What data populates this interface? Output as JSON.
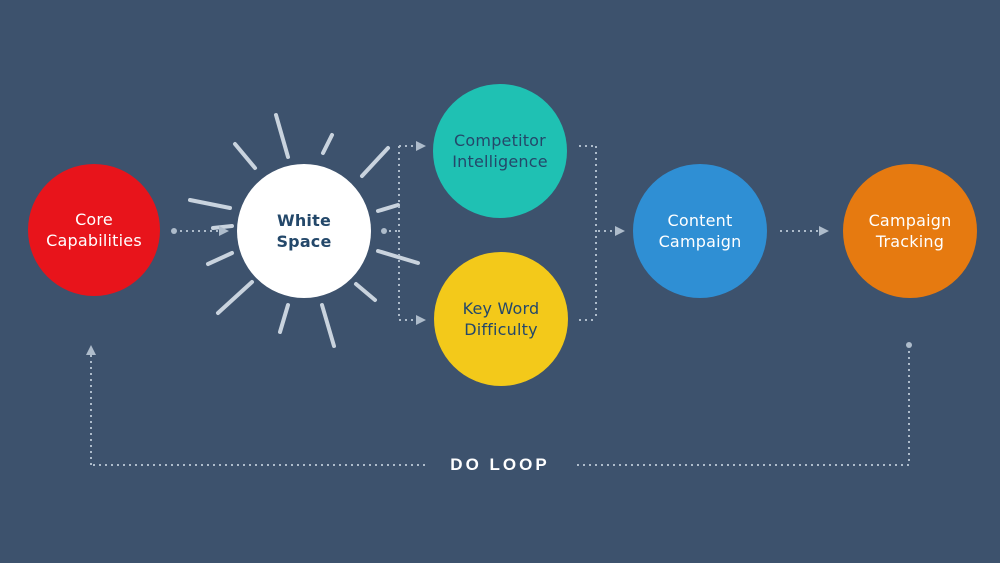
{
  "nodes": {
    "core": {
      "label": "Core\nCapabilities",
      "color": "#e8141b"
    },
    "white_space": {
      "label": "White\nSpace",
      "color": "#ffffff"
    },
    "competitor": {
      "label": "Competitor\nIntelligence",
      "color": "#1fc1b3"
    },
    "keyword": {
      "label": "Key Word\nDifficulty",
      "color": "#f3c91a"
    },
    "content": {
      "label": "Content\nCampaign",
      "color": "#2f8fd4"
    },
    "tracking": {
      "label": "Campaign\nTracking",
      "color": "#e67a10"
    }
  },
  "loop": {
    "label": "DO LOOP"
  },
  "colors": {
    "background": "#3d526d",
    "connector": "#aebccb"
  }
}
